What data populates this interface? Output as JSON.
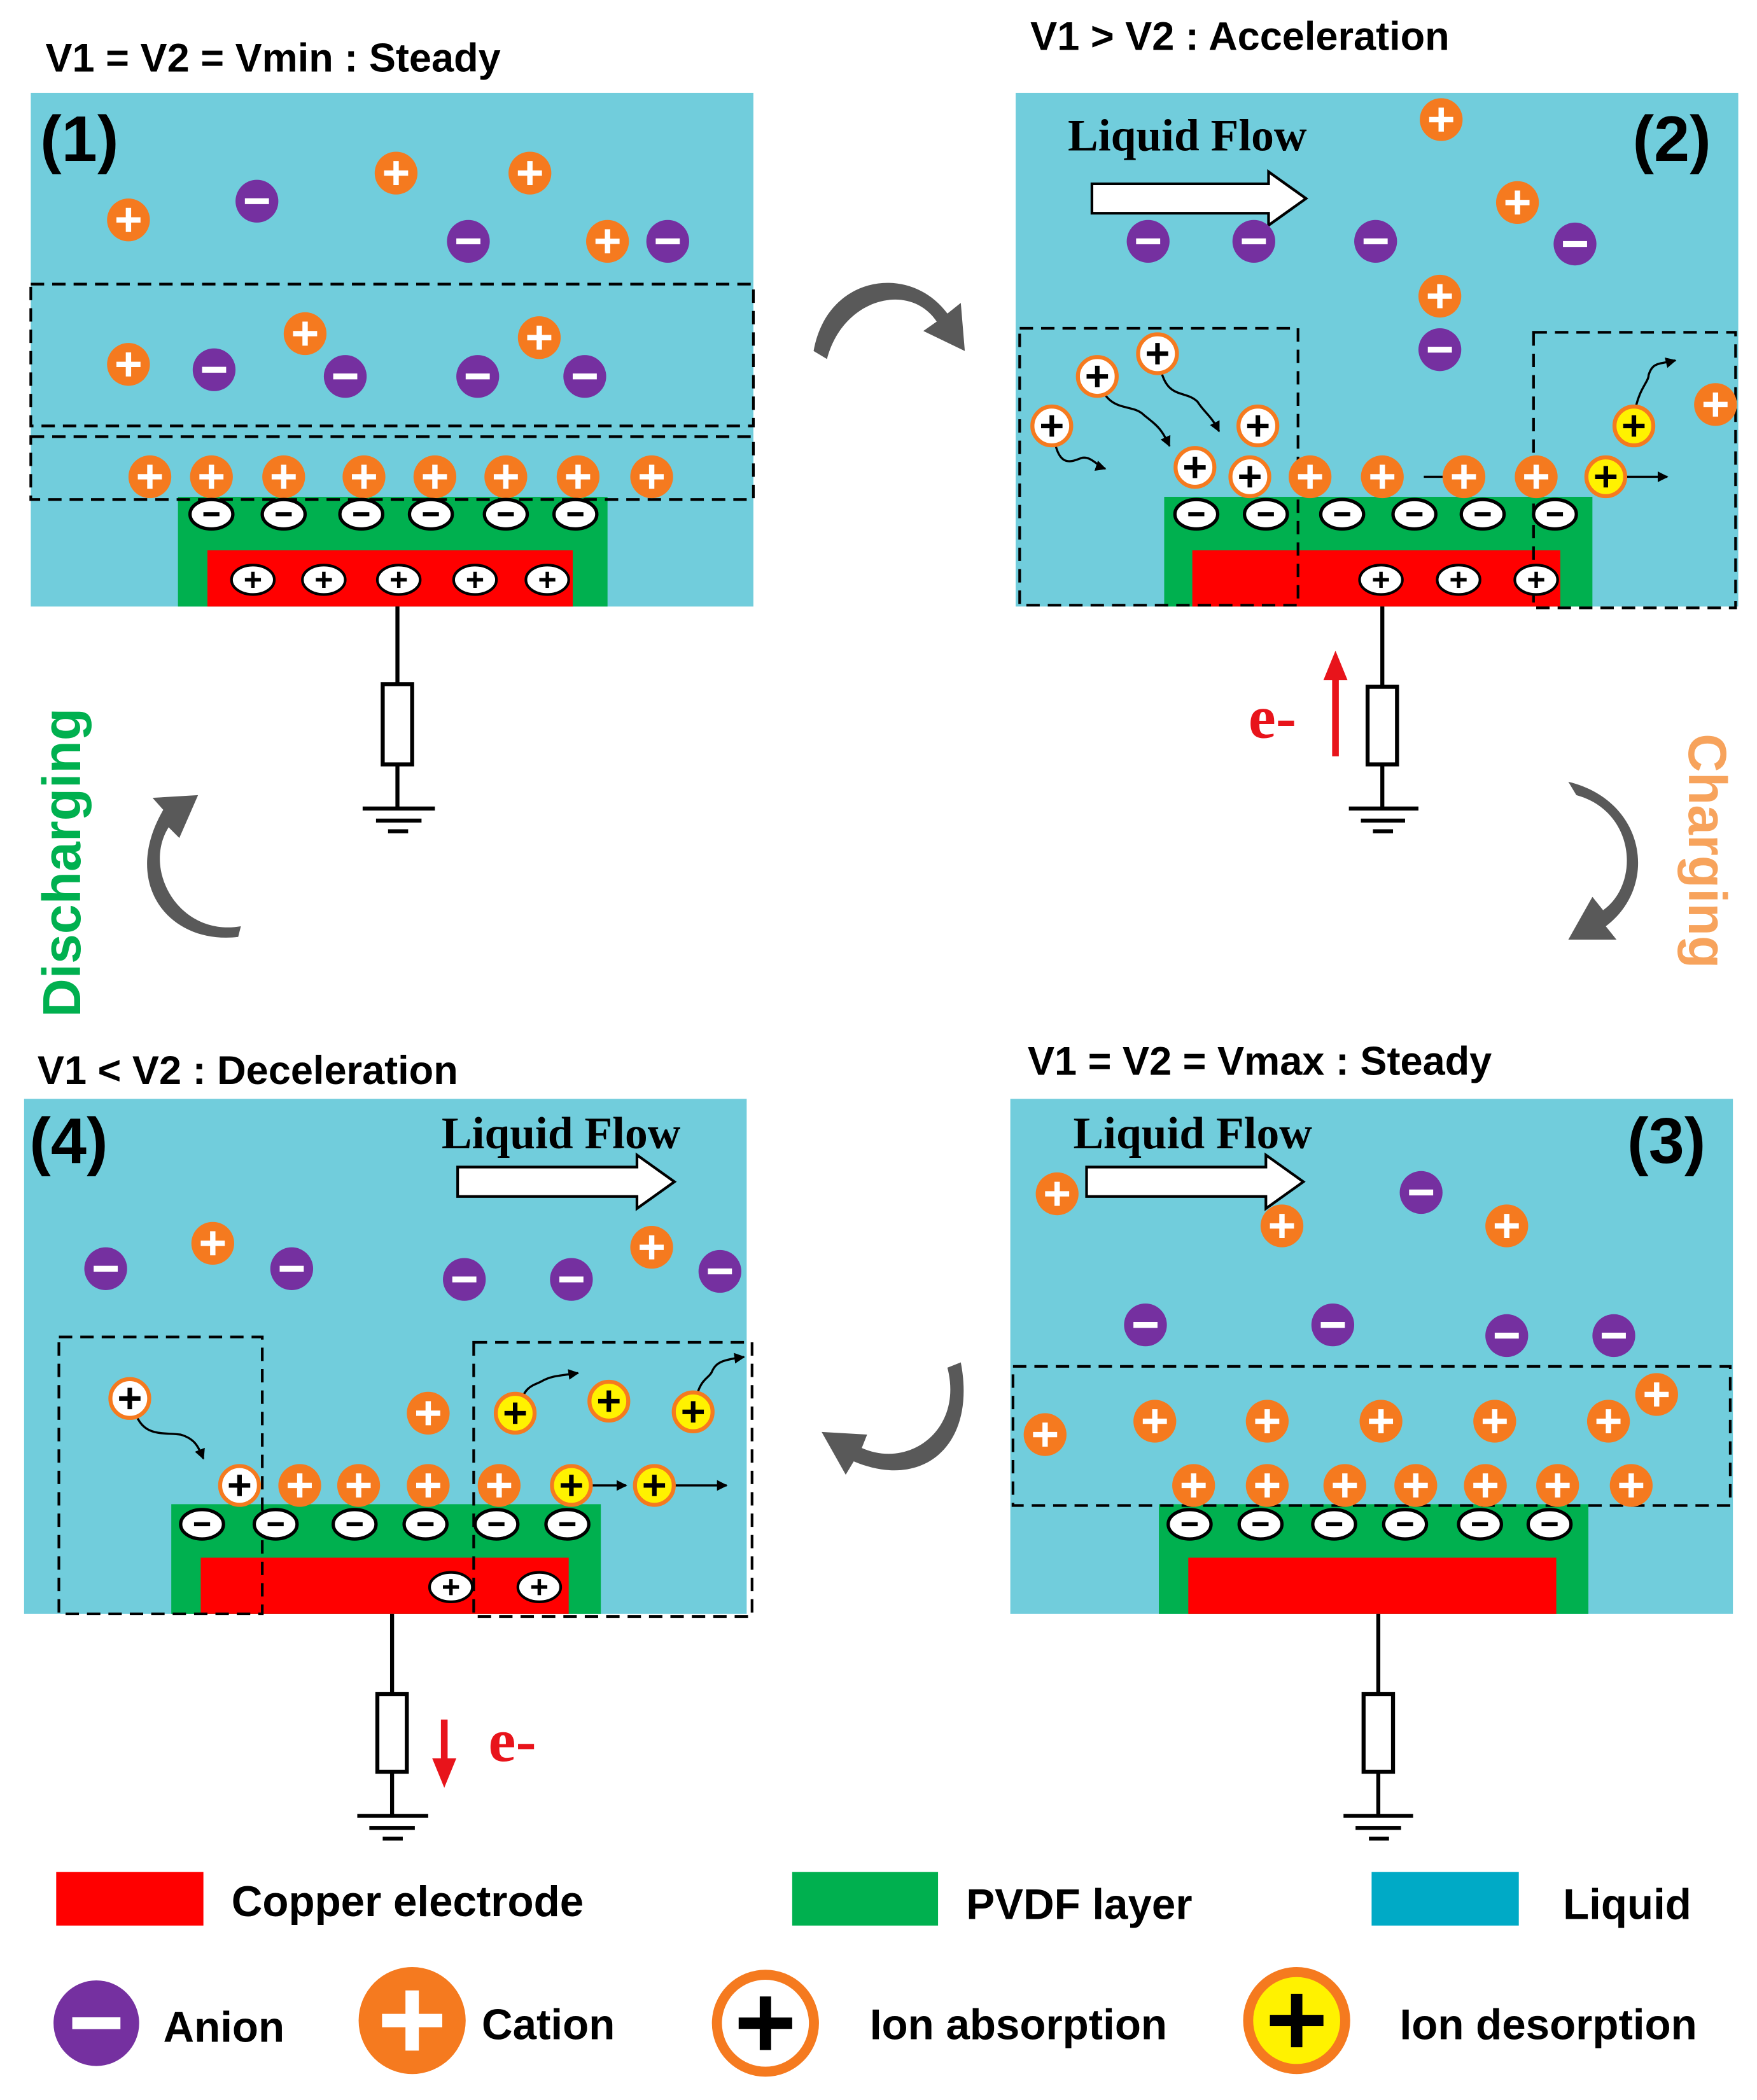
{
  "colors": {
    "liquid": "#71CDDC",
    "liquid_legend": "#00AAC6",
    "copper": "#FF0000",
    "pvdf": "#00B04F",
    "anion": "#7530A0",
    "cation": "#F57A1F",
    "desorption": "#FFF200",
    "discharging": "#00B04F",
    "charging": "#F7A35C",
    "electron": "#E8141B",
    "cycle_arrow": "#595959"
  },
  "panels": [
    {
      "number": "(1)",
      "title": "V1 = V2 = Vmin : Steady"
    },
    {
      "number": "(2)",
      "title": "V1 > V2 : Acceleration",
      "flow_label": "Liquid Flow",
      "electron_label": "e-"
    },
    {
      "number": "(3)",
      "title": "V1 = V2 = Vmax : Steady",
      "flow_label": "Liquid Flow"
    },
    {
      "number": "(4)",
      "title": "V1 < V2 : Deceleration",
      "flow_label": "Liquid Flow",
      "electron_label": "e-"
    }
  ],
  "side_labels": {
    "discharging": "Discharging",
    "charging": "Charging"
  },
  "legend": {
    "copper": "Copper electrode",
    "pvdf": "PVDF layer",
    "liquid": "Liquid",
    "anion": "Anion",
    "cation": "Cation",
    "absorption": "Ion absorption",
    "desorption": "Ion desorption"
  },
  "icons": {
    "cycle_arrow": "curved-arrow-icon",
    "ground": "ground-icon",
    "resistor": "resistor-icon"
  }
}
